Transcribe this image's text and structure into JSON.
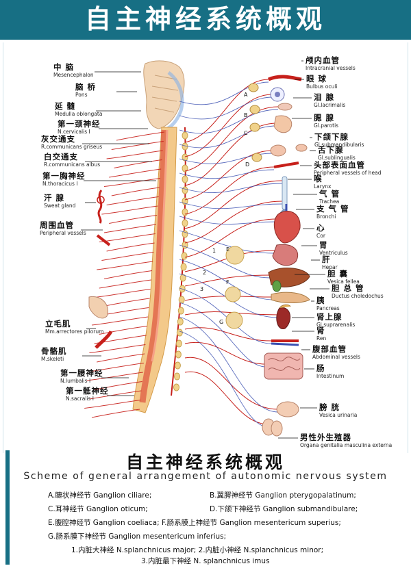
{
  "header": {
    "title": "自主神经系统概观"
  },
  "left_labels": [
    {
      "zh": "中  脑",
      "la": "Mesencephalon"
    },
    {
      "zh": "脑  桥",
      "la": "Pons"
    },
    {
      "zh": "延  髓",
      "la": "Medulla oblongata"
    },
    {
      "zh": "第一颈神经",
      "la": "N.cervicalis  I"
    },
    {
      "zh": "灰交通支",
      "la": "R.communicans griseus"
    },
    {
      "zh": "白交通支",
      "la": "R.communicans albus"
    },
    {
      "zh": "第一胸神经",
      "la": "N.thoracicus  I"
    },
    {
      "zh": "汗  腺",
      "la": "Sweat gland"
    },
    {
      "zh": "周围血管",
      "la": "Peripheral vessels"
    },
    {
      "zh": "立毛肌",
      "la": "Mm.arrectores pilorum"
    },
    {
      "zh": "骨骼肌",
      "la": "M.skeleti"
    },
    {
      "zh": "第一腰神经",
      "la": "N.lumbalis  I"
    },
    {
      "zh": "第一骶神经",
      "la": "N.sacralis  I"
    }
  ],
  "right_labels": [
    {
      "zh": "颅内血管",
      "la": "Intracranial vessels"
    },
    {
      "zh": "眼  球",
      "la": "Bulbus oculi"
    },
    {
      "zh": "泪  腺",
      "la": "Gl.lacrimalis"
    },
    {
      "zh": "腮  腺",
      "la": "Gl.parotis"
    },
    {
      "zh": "下颌下腺",
      "la": "Gl.submandibularis"
    },
    {
      "zh": "舌下腺",
      "la": "Gl.sublingualis"
    },
    {
      "zh": "头部表面血管",
      "la": "Peripheral vessels of head"
    },
    {
      "zh": "喉",
      "la": "Larynx"
    },
    {
      "zh": "气  管",
      "la": "Trachea"
    },
    {
      "zh": "支 气 管",
      "la": "Bronchi"
    },
    {
      "zh": "心",
      "la": "Cor"
    },
    {
      "zh": "胃",
      "la": "Ventriculus"
    },
    {
      "zh": "肝",
      "la": "Hepar"
    },
    {
      "zh": "胆  囊",
      "la": "Vesica fellea"
    },
    {
      "zh": "胆 总 管",
      "la": "Ductus choledochus"
    },
    {
      "zh": "胰",
      "la": "Pancreas"
    },
    {
      "zh": "肾上腺",
      "la": "Gl.suprarenalis"
    },
    {
      "zh": "肾",
      "la": "Ren"
    },
    {
      "zh": "腹部血管",
      "la": "Abdominal vessels"
    },
    {
      "zh": "肠",
      "la": "Intestinum"
    },
    {
      "zh": "膀  胱",
      "la": "Vesica urinaria"
    },
    {
      "zh": "男性外生殖器",
      "la": "Organa genitalia masculina externa"
    }
  ],
  "ganglion_letters": [
    "A",
    "B",
    "C",
    "D",
    "E",
    "F",
    "G"
  ],
  "nerve_numbers": [
    "1",
    "2",
    "3"
  ],
  "caption": {
    "title": "自主神经系统概观",
    "subtitle": "Scheme of general arrangement of autonomic nervous system",
    "legend": [
      "A.睫状神经节  Ganglion ciliare;",
      "B.翼腭神经节  Ganglion pterygopalatinum;",
      "C.耳神经节  Ganglion oticum;",
      "D.下颌下神经节  Ganglion submandibulare;",
      "E.腹腔神经节  Ganglion coeliaca;  F.肠系膜上神经节  Ganglion mesentericum superius;",
      "G.肠系膜下神经节  Ganglion mesentericum inferius;",
      "1.内脏大神经  N.splanchnicus major;    2.内脏小神经  N.splanchnicus minor;",
      "3.内脏最下神经  N. splanchnicus imus"
    ]
  },
  "colors": {
    "band": "#176f84",
    "sympathetic": "#c7201b",
    "parasympathetic": "#3a4fb0",
    "spinal_cord": "#e77a5c",
    "vertebra": "#f1c27a"
  }
}
